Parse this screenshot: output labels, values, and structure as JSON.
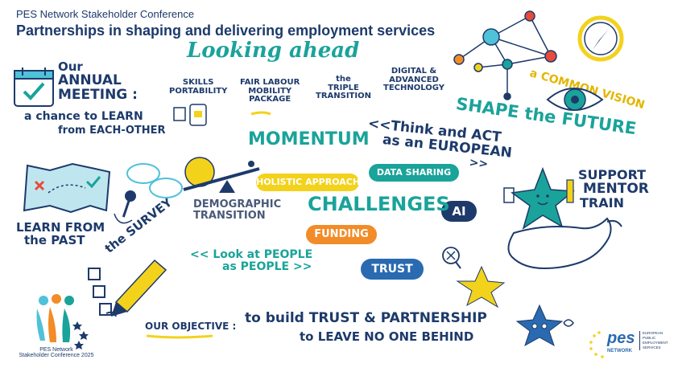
{
  "header": {
    "subtitle": "PES Network Stakeholder Conference",
    "title": "Partnerships in shaping and delivering employment services"
  },
  "headline": "Looking ahead",
  "annual_meeting": {
    "line1": "Our",
    "line2": "ANNUAL",
    "line3": "MEETING :",
    "line4": "a chance to LEARN",
    "line5": "from EACH-OTHER"
  },
  "topics": {
    "skills": [
      "SKILLS",
      "PORTABILITY"
    ],
    "fair": [
      "FAIR LABOUR",
      "MOBILITY",
      "PACKAGE"
    ],
    "triple": [
      "the",
      "TRIPLE",
      "TRANSITION"
    ],
    "digital": [
      "DIGITAL &",
      "ADVANCED",
      "TECHNOLOGY"
    ]
  },
  "momentum": "MOMENTUM",
  "think": [
    "<<Think and ACT",
    "as an EUROPEAN",
    ">>"
  ],
  "shape": "SHAPE the FUTURE",
  "vision": "a COMMON VISION",
  "learn_past": [
    "LEARN FROM",
    "the PAST"
  ],
  "demographic": [
    "DEMOGRAPHIC",
    "TRANSITION"
  ],
  "pills": {
    "holistic": "HOLISTIC APPROACH",
    "data": "DATA SHARING",
    "ai": "AI",
    "funding": "FUNDING",
    "trust": "TRUST"
  },
  "challenges": "CHALLENGES",
  "support": [
    "SUPPORT",
    "MENTOR",
    "TRAIN"
  ],
  "survey": "the SURVEY",
  "people": [
    "<< Look at PEOPLE",
    "as PEOPLE >>"
  ],
  "objective": {
    "label": "OUR OBJECTIVE :",
    "line1": "to build TRUST & PARTNERSHIP",
    "line2": "to LEAVE NO ONE BEHIND"
  },
  "conference_logo": [
    "PES Network",
    "Stakeholder Conference 2025"
  ],
  "pes_logo": {
    "word": "pes",
    "sub": "NETWORK",
    "side": [
      "EUROPEAN",
      "PUBLIC",
      "EMPLOYMENT",
      "SERVICES"
    ]
  },
  "colors": {
    "navy": "#1d3a6b",
    "teal": "#1aa39a",
    "yellow": "#f3d21c",
    "orange": "#f28c28",
    "blue": "#2a6ab0",
    "cyan": "#4fc1d9",
    "red": "#e84b3a"
  }
}
